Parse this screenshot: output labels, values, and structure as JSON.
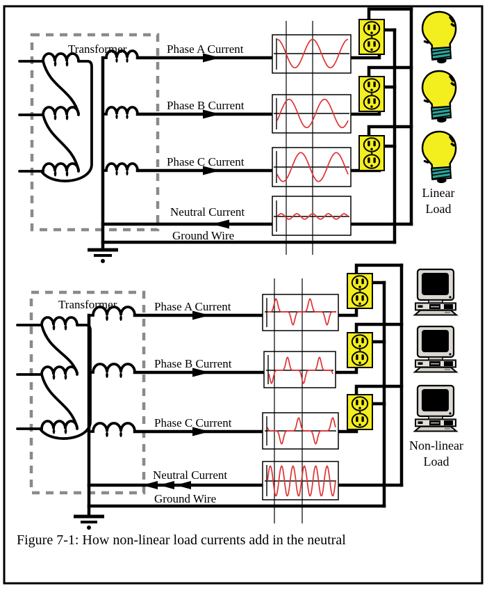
{
  "caption": "Figure 7-1:  How non-linear load currents add in the neutral",
  "colors": {
    "waveform": "#e03131",
    "outlet_yellow": "#f3ee1e",
    "bulb_yellow": "#f3ee1e",
    "bulb_base_teal": "#2ba498",
    "dashed_gray": "#8a8a8a"
  },
  "linear_section": {
    "transformer_label": "Transformer",
    "phase_a_label": "Phase A Current",
    "phase_b_label": "Phase B Current",
    "phase_c_label": "Phase C Current",
    "neutral_label": "Neutral Current",
    "ground_label": "Ground Wire",
    "load_label_line1": "Linear",
    "load_label_line2": "Load",
    "load_type": "light-bulbs",
    "waveforms": {
      "phase_a": {
        "type": "sine",
        "cycles": 2,
        "amplitude": 0.74,
        "phase_deg": 90
      },
      "phase_b": {
        "type": "sine",
        "cycles": 2,
        "amplitude": 0.74,
        "phase_deg": -30
      },
      "phase_c": {
        "type": "sine",
        "cycles": 2,
        "amplitude": 0.74,
        "phase_deg": 210
      },
      "neutral": {
        "type": "sine",
        "cycles": 4.5,
        "amplitude": 0.14,
        "phase_deg": 0
      }
    }
  },
  "nonlinear_section": {
    "transformer_label": "Transformer",
    "phase_a_label": "Phase A Current",
    "phase_b_label": "Phase B Current",
    "phase_c_label": "Phase C Current",
    "neutral_label": "Neutral Current",
    "ground_label": "Ground Wire",
    "load_label_line1": "Non-linear",
    "load_label_line2": "Load",
    "load_type": "computers",
    "waveforms": {
      "phase_a": {
        "type": "pulse",
        "cycles": 2,
        "amplitude": 0.72,
        "phase_deg": 0
      },
      "phase_b": {
        "type": "pulse",
        "cycles": 2,
        "amplitude": 0.72,
        "phase_deg": -120
      },
      "phase_c": {
        "type": "pulse",
        "cycles": 2,
        "amplitude": 0.72,
        "phase_deg": 120
      },
      "neutral": {
        "type": "sine",
        "cycles": 6,
        "amplitude": 0.78,
        "phase_deg": 0
      }
    }
  }
}
